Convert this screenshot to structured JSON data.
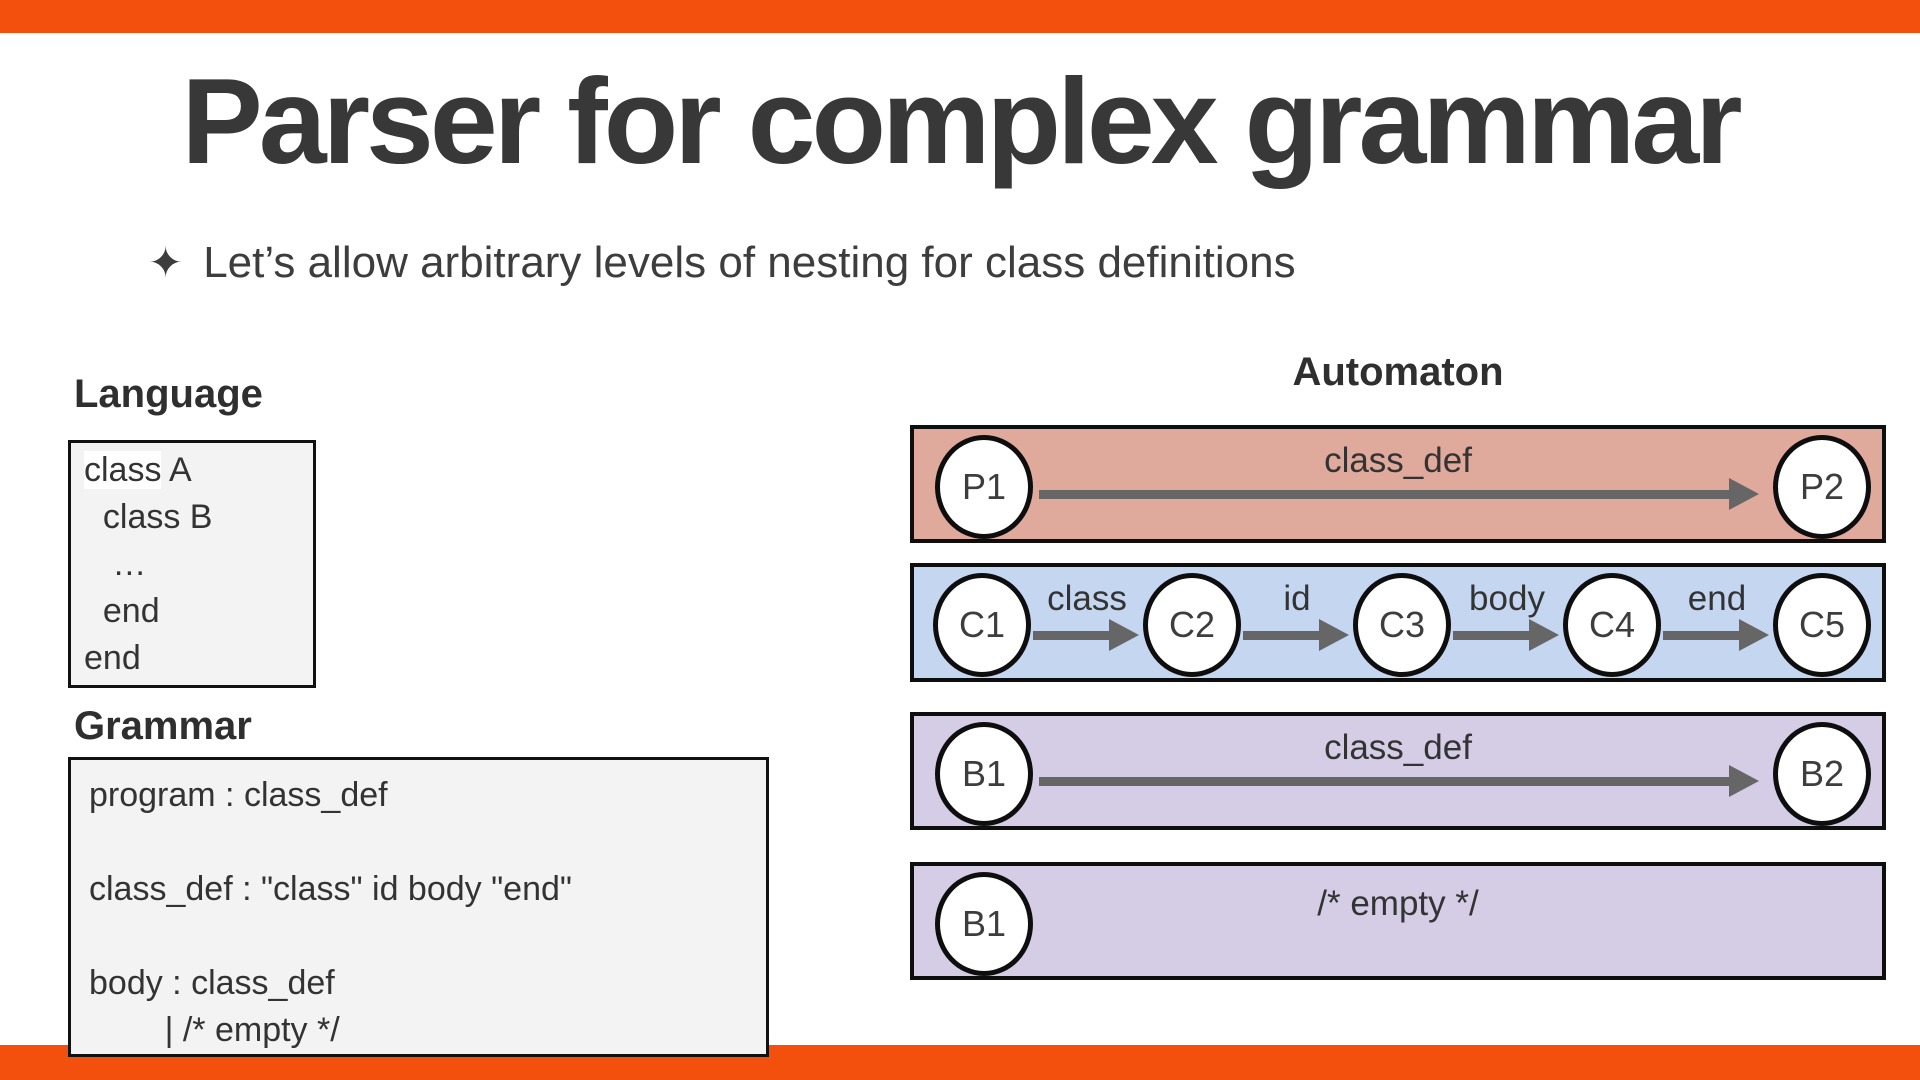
{
  "colors": {
    "accent_orange": "#F4500D",
    "row_pink": "#DFA99C",
    "row_blue": "#C5D6F1",
    "row_purple": "#D5CDE5",
    "arrow_gray": "#666666",
    "code_box_gray": "#f3f3f3"
  },
  "title": "Parser for complex grammar",
  "bullet": {
    "star": "✦",
    "text": "Let’s allow arbitrary levels of nesting for class definitions"
  },
  "language": {
    "heading": "Language",
    "line1_word": "class",
    "line1_rest": " A",
    "lines": [
      "  class B",
      "   …",
      "  end",
      "end"
    ]
  },
  "grammar": {
    "heading": "Grammar",
    "lines": [
      "program : class_def",
      "",
      "class_def : \"class\" id body \"end\"",
      "",
      "body : class_def",
      "        | /* empty */"
    ]
  },
  "automaton": {
    "heading": "Automaton",
    "row1": {
      "from": "P1",
      "to": "P2",
      "label": "class_def"
    },
    "row2": {
      "nodes": [
        "C1",
        "C2",
        "C3",
        "C4",
        "C5"
      ],
      "labels": [
        "class",
        "id",
        "body",
        "end"
      ]
    },
    "row3": {
      "from": "B1",
      "to": "B2",
      "label": "class_def"
    },
    "row4": {
      "node": "B1",
      "label": "/* empty */"
    }
  }
}
